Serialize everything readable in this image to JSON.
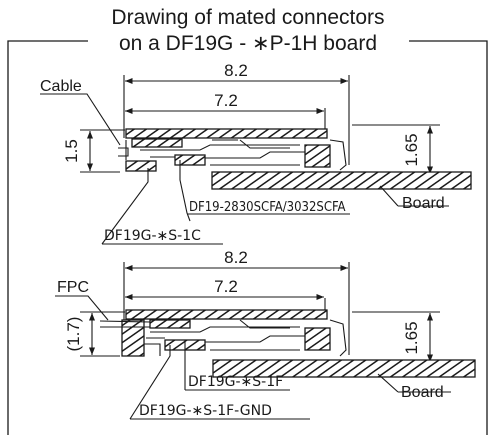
{
  "title": {
    "line1": "Drawing of mated connectors",
    "line2": "on a DF19G - ∗P-1H board"
  },
  "top_view": {
    "width_overall": "8.2",
    "width_inner": "7.2",
    "height_left": "1.5",
    "height_right": "1.65",
    "label_cable": "Cable",
    "label_board": "Board",
    "part_receptacle": "DF19-2830SCFA/3032SCFA",
    "part_plug": "DF19G-∗S-1C"
  },
  "bottom_view": {
    "width_overall": "8.2",
    "width_inner": "7.2",
    "height_left": "(1.7)",
    "height_right": "1.65",
    "label_fpc": "FPC",
    "label_board": "Board",
    "part_plug_f": "DF19G-∗S-1F",
    "part_plug_gnd": "DF19G-∗S-1F-GND"
  },
  "colors": {
    "ink": "#1a1a1a",
    "background": "#ffffff"
  }
}
